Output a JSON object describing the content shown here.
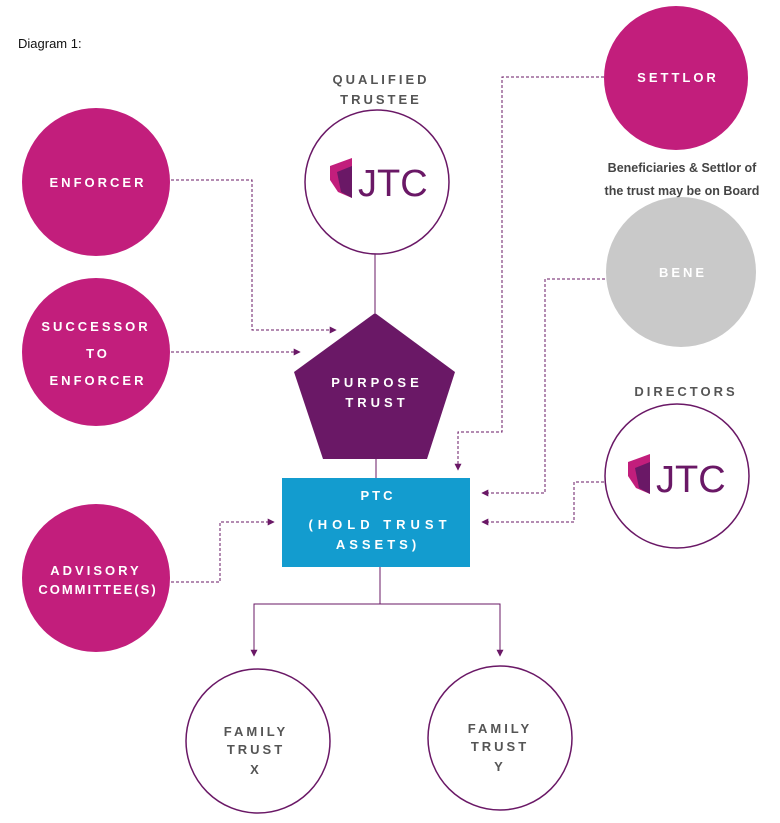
{
  "caption": "Diagram 1:",
  "nodes": {
    "enforcer": "ENFORCER",
    "successor": [
      "SUCCESSOR",
      "TO",
      "ENFORCER"
    ],
    "advisory": [
      "ADVISORY",
      "COMMITTEE(S)"
    ],
    "qualified_trustee": [
      "QUALIFIED",
      "TRUSTEE"
    ],
    "purpose_trust": [
      "PURPOSE",
      "TRUST"
    ],
    "ptc": [
      "PTC",
      "(HOLD TRUST",
      "ASSETS)"
    ],
    "settlor": "SETTLOR",
    "settlor_note": [
      "Beneficiaries & Settlor of",
      "the trust may be on Board"
    ],
    "bene": "BENE",
    "directors": "DIRECTORS",
    "family_x": [
      "FAMILY",
      "TRUST",
      "X"
    ],
    "family_y": [
      "FAMILY",
      "TRUST",
      "Y"
    ]
  },
  "logo": {
    "text": "JTC",
    "icon": "jtc-shield-icon"
  },
  "colors": {
    "magenta": "#c21e7c",
    "purple": "#6a1866",
    "cyan": "#139ccf",
    "grey": "#c9c9c9",
    "line": "#6a1866"
  }
}
